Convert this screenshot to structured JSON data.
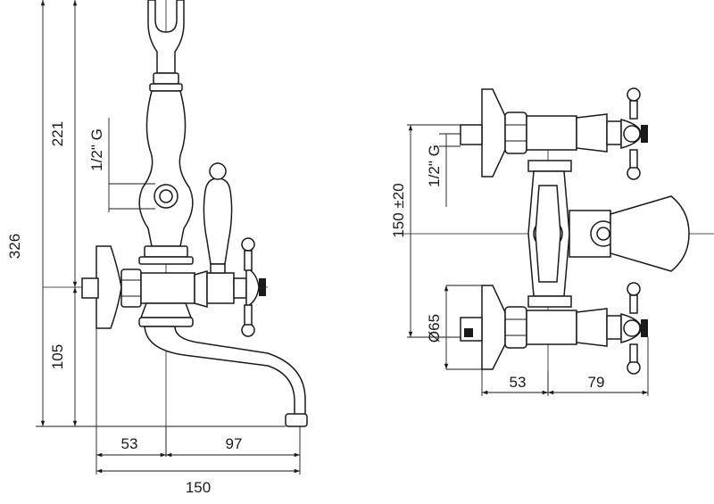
{
  "dimensions": {
    "total_height": "326",
    "upper_height": "221",
    "lower_height": "105",
    "left_thread": "1/2\" G",
    "bottom_left": "53",
    "bottom_right": "97",
    "bottom_total": "150",
    "right_thread": "1/2\" G",
    "inlet_spacing": "150 ±20",
    "rosette_diameter": "Ø65",
    "right_bottom_left": "53",
    "right_bottom_right": "79"
  }
}
